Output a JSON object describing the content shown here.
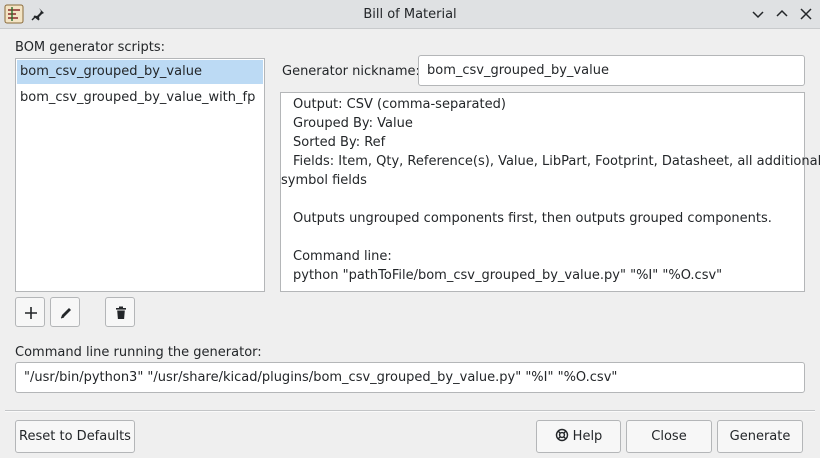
{
  "window": {
    "title": "Bill of Material",
    "app_icon": "kicad-bom-icon",
    "pin_icon": "pin-icon",
    "controls": [
      "minimize-icon",
      "maximize-icon",
      "close-icon"
    ]
  },
  "scripts_panel": {
    "label": "BOM generator scripts:",
    "items": [
      {
        "label": "bom_csv_grouped_by_value",
        "selected": true
      },
      {
        "label": "bom_csv_grouped_by_value_with_fp",
        "selected": false
      }
    ],
    "buttons": [
      "add-icon",
      "edit-icon",
      "delete-icon"
    ]
  },
  "nickname": {
    "label": "Generator nickname:",
    "value": "bom_csv_grouped_by_value"
  },
  "info": {
    "output": "Output: CSV (comma-separated)",
    "grouped": "Grouped By: Value",
    "sorted": "Sorted By: Ref",
    "fields": "Fields: Item, Qty, Reference(s), Value, LibPart, Footprint, Datasheet, all additional",
    "fields_wrap": "symbol fields",
    "description": "Outputs ungrouped components first, then outputs grouped components.",
    "cmd_label": "Command line:",
    "cmd": "python \"pathToFile/bom_csv_grouped_by_value.py\" \"%I\" \"%O.csv\""
  },
  "command": {
    "label": "Command line running the generator:",
    "value": "\"/usr/bin/python3\" \"/usr/share/kicad/plugins/bom_csv_grouped_by_value.py\" \"%I\" \"%O.csv\""
  },
  "footer": {
    "reset": "Reset to Defaults",
    "help": "Help",
    "help_icon": "lifebuoy-icon",
    "close": "Close",
    "generate": "Generate"
  }
}
